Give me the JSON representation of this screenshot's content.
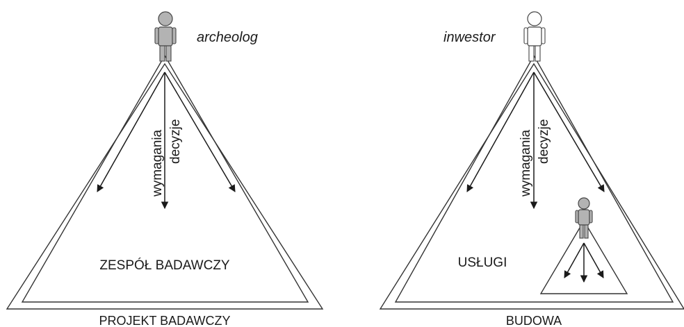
{
  "left_panel": {
    "role": "archeolog",
    "arrow_label_1": "wymagania",
    "arrow_label_2": "decyzje",
    "inner_label": "ZESPÓŁ BADAWCZY",
    "bottom_label": "PROJEKT BADAWCZY",
    "figure_fill": "#b3b3b3"
  },
  "right_panel": {
    "role": "inwestor",
    "arrow_label_1": "wymagania",
    "arrow_label_2": "decyzje",
    "inner_label": "USŁUGI",
    "bottom_label": "BUDOWA",
    "figure_fill": "#ffffff",
    "sub_figure_fill": "#b3b3b3"
  }
}
